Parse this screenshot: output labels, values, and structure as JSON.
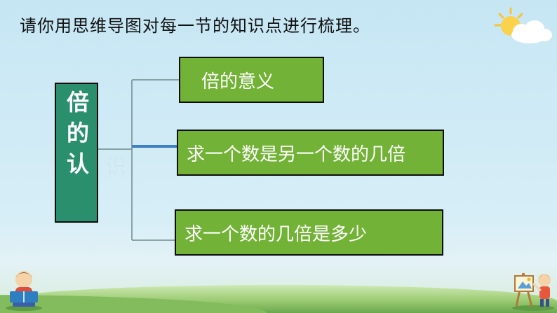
{
  "instruction": "请你用思维导图对每一节的知识点进行梳理。",
  "mindmap": {
    "root_chars": [
      "倍",
      "的",
      "认"
    ],
    "root_ghost": "识",
    "branches": [
      {
        "label": "倍的意义"
      },
      {
        "label": "求一个数是另一个数的几倍"
      },
      {
        "label": "求一个数的几倍是多少"
      }
    ]
  },
  "colors": {
    "root_fill": "#2a8f6c",
    "branch_fill": "#72b236",
    "connector": "#6f8a8e",
    "highlight_connector": "#3f7fc4",
    "sky": "#d7eef7"
  },
  "icons": [
    "sun-cloud-icon",
    "child-reading-icon",
    "child-painting-icon"
  ]
}
